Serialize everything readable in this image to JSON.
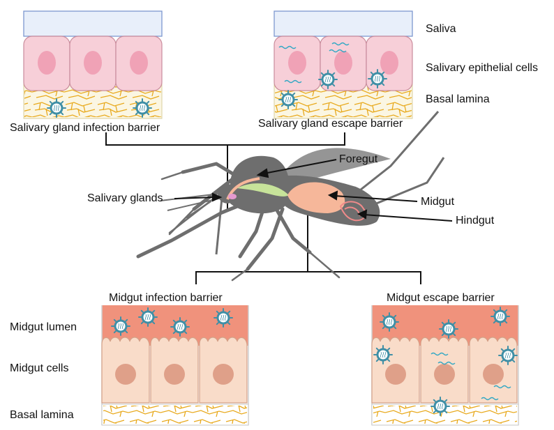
{
  "labels": {
    "saliva": "Saliva",
    "salivary_epithelial_cells": "Salivary epithelial cells",
    "basal_lamina_top": "Basal lamina",
    "sg_infection_barrier": "Salivary gland infection barrier",
    "sg_escape_barrier": "Salivary gland escape barrier",
    "foregut": "Foregut",
    "salivary_glands": "Salivary glands",
    "midgut": "Midgut",
    "hindgut": "Hindgut",
    "mg_infection_barrier": "Midgut infection barrier",
    "mg_escape_barrier": "Midgut escape barrier",
    "midgut_lumen": "Midgut lumen",
    "midgut_cells": "Midgut cells",
    "basal_lamina_bottom": "Basal lamina"
  },
  "colors": {
    "saliva": "#e8effa",
    "saliva_border": "#7d97cf",
    "sg_cell": "#f7cfd8",
    "sg_cell_border": "#c98c9c",
    "sg_nucleus": "#f0a2b6",
    "basal_bg": "#fbf6e2",
    "basal_fiber": "#e8a91c",
    "lumen": "#f0927c",
    "mg_cell": "#f9dcc9",
    "mg_cell_border": "#d4a188",
    "mg_nucleus": "#dfa089",
    "virus_ring": "#3f8fa6",
    "virus_core": "#ffffff",
    "rna": "#33a8c4",
    "mosquito": "#6e6e6e",
    "gut": "#f6b79a",
    "salivary_gland_organ": "#e59ad0",
    "foregut_organ": "#c7e39a",
    "hindgut_organ": "#f08a8a",
    "line": "#111111"
  },
  "icons": [
    "virus-particle-icon",
    "viral-rna-icon",
    "mosquito-illustration"
  ]
}
